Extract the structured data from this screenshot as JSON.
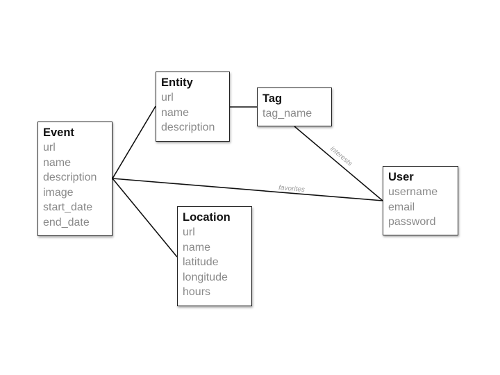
{
  "entities": {
    "event": {
      "title": "Event",
      "fields": [
        "url",
        "name",
        "description",
        "image",
        "start_date",
        "end_date"
      ]
    },
    "entity": {
      "title": "Entity",
      "fields": [
        "url",
        "name",
        "description"
      ]
    },
    "tag": {
      "title": "Tag",
      "fields": [
        "tag_name"
      ]
    },
    "location": {
      "title": "Location",
      "fields": [
        "url",
        "name",
        "latitude",
        "longitude",
        "hours"
      ]
    },
    "user": {
      "title": "User",
      "fields": [
        "username",
        "email",
        "password"
      ]
    }
  },
  "relations": {
    "event_entity": {
      "from": "Event",
      "to": "Entity"
    },
    "event_location": {
      "from": "Event",
      "to": "Location"
    },
    "entity_tag": {
      "from": "Entity",
      "to": "Tag"
    },
    "tag_user": {
      "from": "Tag",
      "to": "User",
      "label": "interests"
    },
    "event_user": {
      "from": "Event",
      "to": "User",
      "label": "favorites"
    }
  },
  "colors": {
    "line": "#111111",
    "title_text": "#111111",
    "field_text": "#8a8a8a",
    "label_text": "#9a9a9a"
  }
}
